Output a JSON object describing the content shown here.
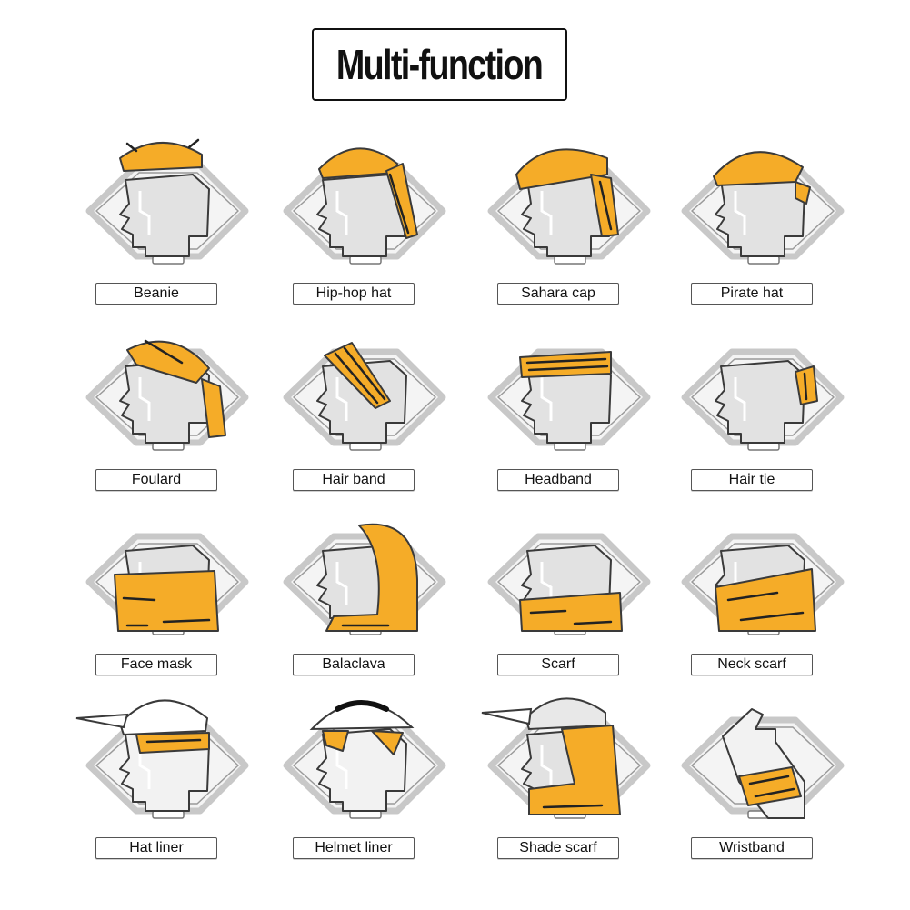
{
  "title": "Multi-function",
  "colors": {
    "fabric": "#f5ac28",
    "head": "#e2e2e2",
    "outline": "#3a3a3a",
    "frame": "#c8c8c8"
  },
  "items": [
    {
      "label": "Beanie",
      "icon": "beanie-icon",
      "style": "beanie"
    },
    {
      "label": "Hip-hop hat",
      "icon": "hip-hop-hat-icon",
      "style": "hiphop"
    },
    {
      "label": "Sahara cap",
      "icon": "sahara-cap-icon",
      "style": "sahara"
    },
    {
      "label": "Pirate hat",
      "icon": "pirate-hat-icon",
      "style": "pirate"
    },
    {
      "label": "Foulard",
      "icon": "foulard-icon",
      "style": "foulard"
    },
    {
      "label": "Hair band",
      "icon": "hair-band-icon",
      "style": "hairband"
    },
    {
      "label": "Headband",
      "icon": "headband-icon",
      "style": "headband"
    },
    {
      "label": "Hair tie",
      "icon": "hair-tie-icon",
      "style": "hairtie"
    },
    {
      "label": "Face mask",
      "icon": "face-mask-icon",
      "style": "facemask"
    },
    {
      "label": "Balaclava",
      "icon": "balaclava-icon",
      "style": "balaclava"
    },
    {
      "label": "Scarf",
      "icon": "scarf-icon",
      "style": "scarf"
    },
    {
      "label": "Neck scarf",
      "icon": "neck-scarf-icon",
      "style": "neckscarf"
    },
    {
      "label": "Hat liner",
      "icon": "hat-liner-icon",
      "style": "hatliner"
    },
    {
      "label": "Helmet liner",
      "icon": "helmet-liner-icon",
      "style": "helmetliner"
    },
    {
      "label": "Shade scarf",
      "icon": "shade-scarf-icon",
      "style": "shadescarf"
    },
    {
      "label": "Wristband",
      "icon": "wristband-icon",
      "style": "wristband"
    }
  ]
}
